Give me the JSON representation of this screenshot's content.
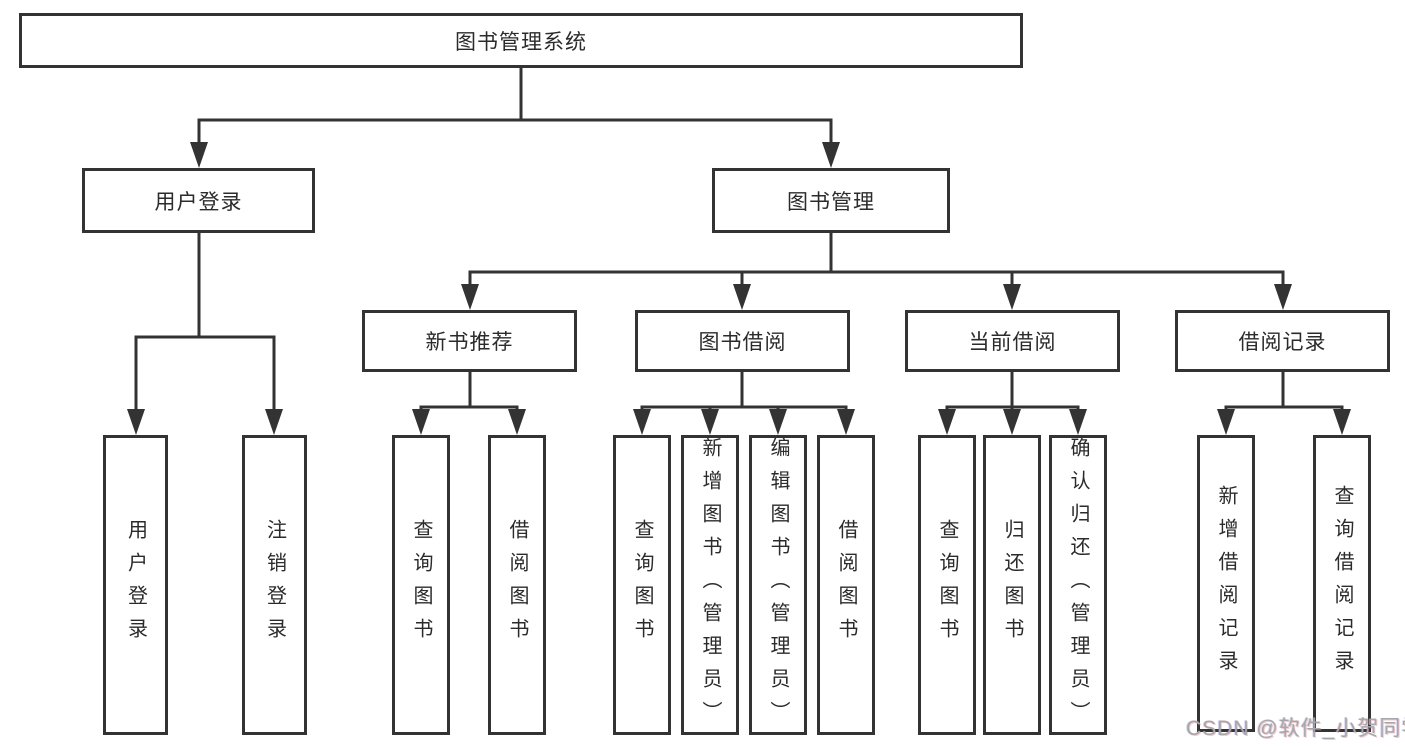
{
  "diagram": {
    "root": "图书管理系统",
    "user_login": "用户登录",
    "book_mgmt": "图书管理",
    "new_books": "新书推荐",
    "book_borrow": "图书借阅",
    "current_borrow": "当前借阅",
    "borrow_records": "借阅记录",
    "leaves": {
      "user_login": "用户登录",
      "logout": "注销登录",
      "nb_query": "查询图书",
      "nb_borrow": "借阅图书",
      "bb_query": "查询图书",
      "bb_add": "新增图书（管理员）",
      "bb_edit": "编辑图书（管理员）",
      "bb_borrow": "借阅图书",
      "cb_query": "查询图书",
      "cb_return": "归还图书",
      "cb_confirm": "确认归还（管理员）",
      "br_add": "新增借阅记录",
      "br_query": "查询借阅记录"
    }
  },
  "watermark": {
    "text": "CSDN @软件_小贺同学"
  },
  "colors": {
    "line": "#333333",
    "text": "#2b2b2b",
    "watermark": "#a7a7ab",
    "background": "#ffffff"
  }
}
